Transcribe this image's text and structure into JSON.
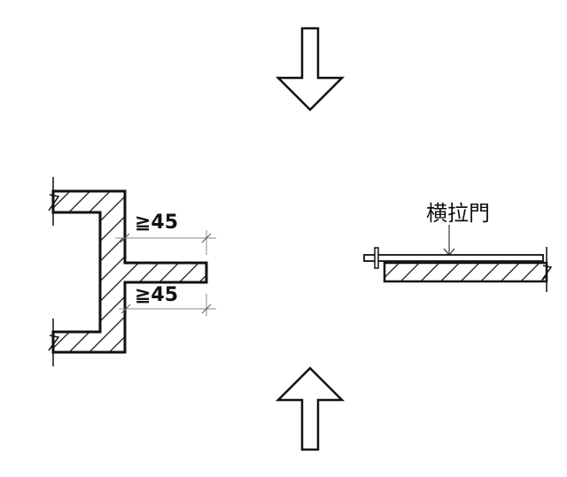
{
  "dimensions": {
    "upper_gap": "≧45",
    "lower_gap": "≧45"
  },
  "labels": {
    "sliding_door": "横拉門"
  },
  "colors": {
    "ink": "#111111",
    "dim_line": "#888888",
    "background": "#ffffff"
  }
}
